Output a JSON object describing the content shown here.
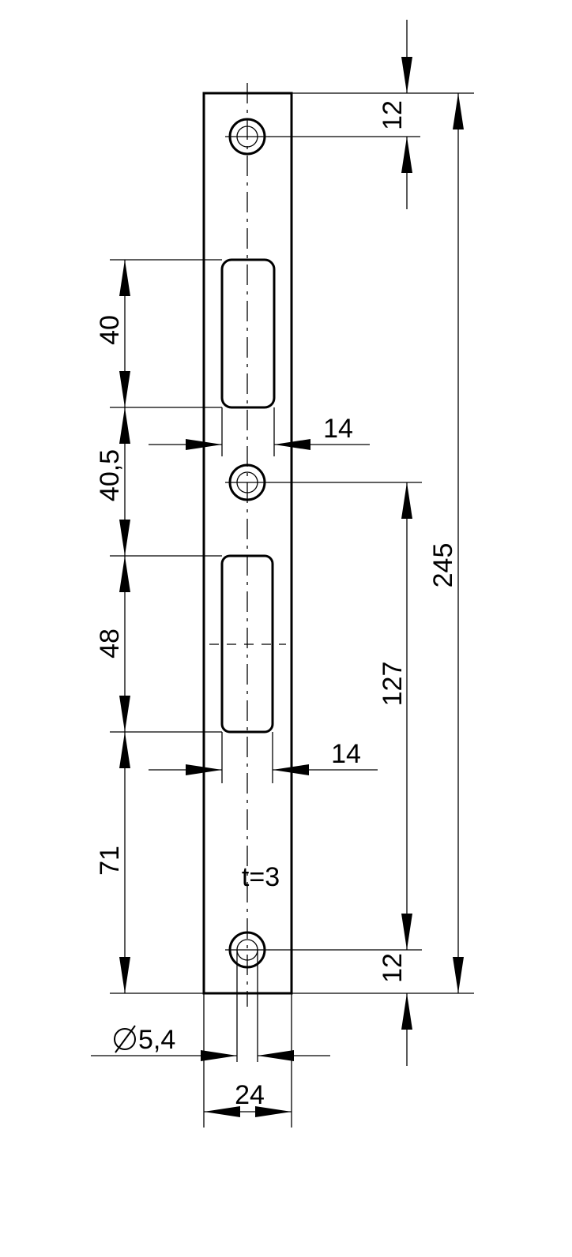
{
  "drawing": {
    "dimensions": {
      "top_hole_offset": "12",
      "total_length": "245",
      "slot1_length": "40",
      "gap_between_slots": "40,5",
      "slot1_width": "14",
      "slot2_length": "48",
      "slot2_width": "14",
      "hole_spacing": "127",
      "bottom_to_slot2": "71",
      "thickness": "t=3",
      "bottom_hole_offset": "12",
      "hole_diameter": "5,4",
      "plate_width": "24"
    },
    "symbols": {
      "diameter_symbol": "diameter-symbol"
    }
  }
}
